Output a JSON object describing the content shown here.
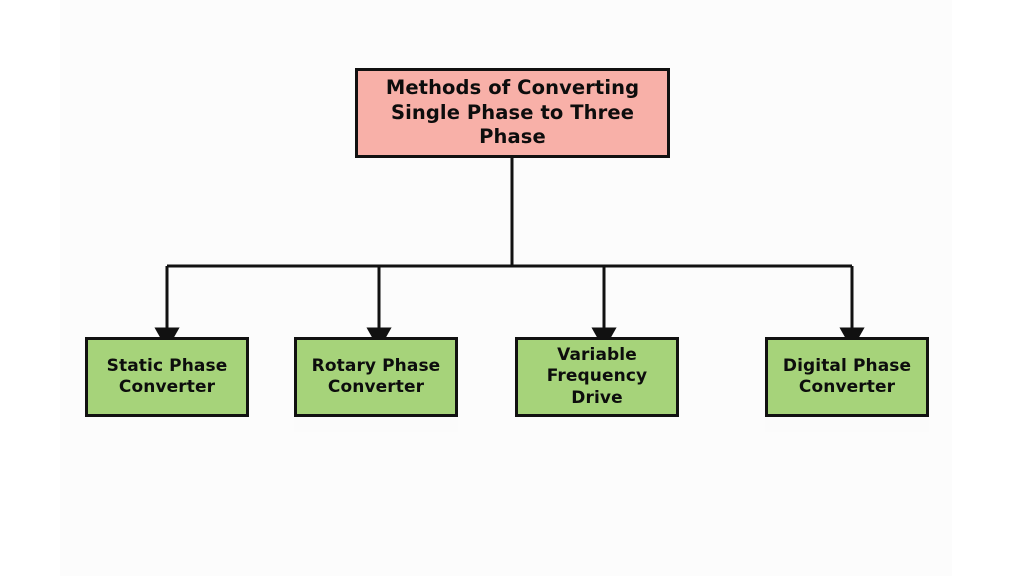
{
  "diagram": {
    "type": "hierarchy-tree",
    "title": "Methods of Converting Single Phase to Three Phase",
    "colors": {
      "root_fill": "#F8B0A8",
      "leaf_fill": "#A6D37A",
      "stroke": "#111111",
      "page_background": "#FFFFFF",
      "canvas_background": "#FCFCFC",
      "text": "#0D0D0D"
    },
    "root": {
      "label_line1": "Methods of Converting",
      "label_line2": "Single Phase to Three Phase"
    },
    "children": [
      {
        "label_line1": "Static Phase",
        "label_line2": "Converter"
      },
      {
        "label_line1": "Rotary Phase",
        "label_line2": "Converter"
      },
      {
        "label_line1": "Variable",
        "label_line2": "Frequency Drive"
      },
      {
        "label_line1": "Digital Phase",
        "label_line2": "Converter"
      }
    ]
  }
}
